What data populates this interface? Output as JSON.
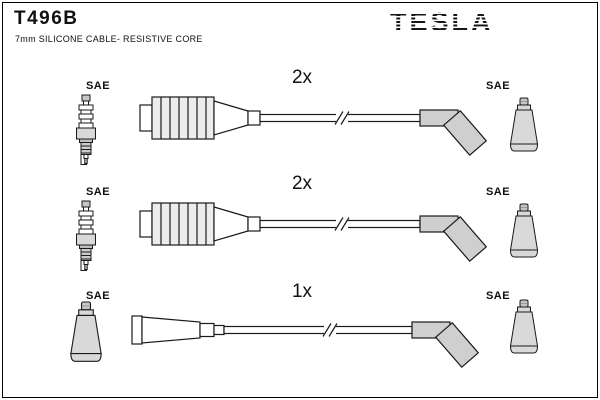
{
  "header": {
    "part_number": "T496B",
    "description": "7mm SILICONE CABLE- RESISTIVE CORE",
    "brand": "TESLA"
  },
  "colors": {
    "line": "#1a1a1a",
    "boot_fill": "#ececec",
    "connector_fill": "#cfcfcf",
    "metal_fill": "#c6c6c6",
    "background": "#ffffff"
  },
  "rows": [
    {
      "quantity": "2x",
      "left_connector": "SAE",
      "right_connector": "SAE",
      "left_icon": "spark-plug",
      "right_icon": "terminal-boot",
      "cable_style": "din-ribbed-boot-to-angled-boot"
    },
    {
      "quantity": "2x",
      "left_connector": "SAE",
      "right_connector": "SAE",
      "left_icon": "spark-plug",
      "right_icon": "terminal-boot",
      "cable_style": "din-ribbed-boot-to-angled-boot"
    },
    {
      "quantity": "1x",
      "left_connector": "SAE",
      "right_connector": "SAE",
      "left_icon": "terminal-boot",
      "right_icon": "terminal-boot",
      "cable_style": "straight-taper-boot-to-angled-boot"
    }
  ]
}
